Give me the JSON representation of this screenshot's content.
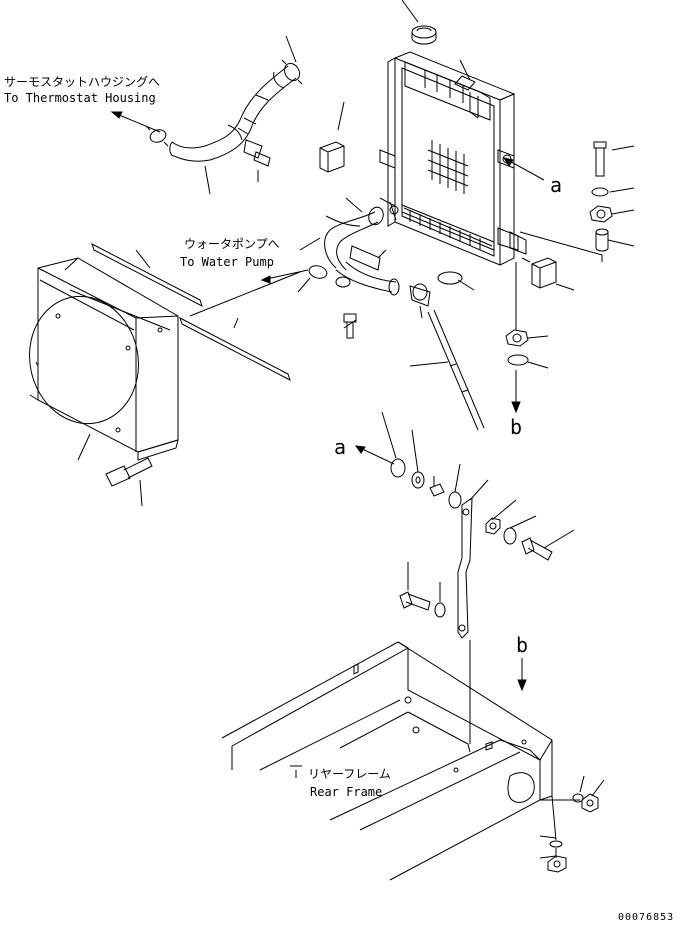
{
  "callouts": {
    "thermostat_jp": "サーモスタットハウジングへ",
    "thermostat_en": "To Thermostat Housing",
    "water_pump_jp": "ウォータポンプへ",
    "water_pump_en": "To Water Pump",
    "rear_frame_jp": "リヤーフレーム",
    "rear_frame_en": "Rear Frame"
  },
  "refs": {
    "a_arrow": "a",
    "a_target": "a",
    "b_arrow": "b",
    "b_target": "b"
  },
  "doc_number": "00076853"
}
